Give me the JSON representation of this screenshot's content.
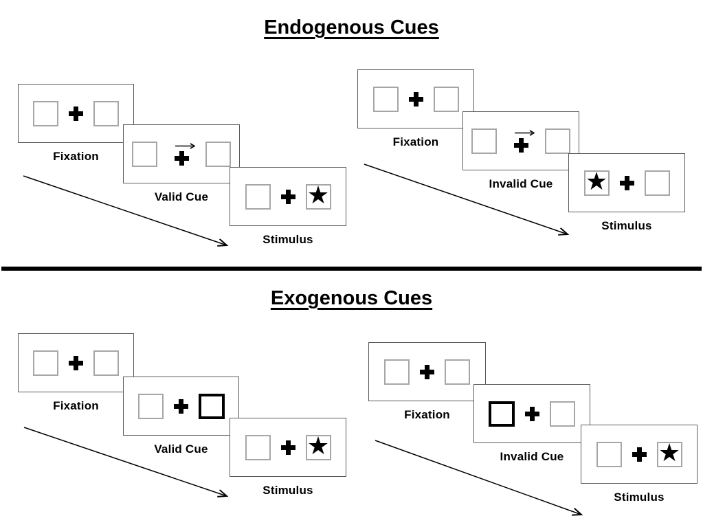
{
  "icons": {
    "star": "★",
    "fixation_cross": "+",
    "cue_arrow": "→",
    "timeline_arrow": "↘"
  },
  "colors": {
    "ink": "#000000",
    "panel_border": "#595959",
    "box_border": "#a6a6a6",
    "background": "#ffffff"
  },
  "sections": [
    {
      "title": "Endogenous Cues",
      "sequences": [
        {
          "name": "valid",
          "panels": [
            {
              "label": "Fixation",
              "left": "empty",
              "right": "empty",
              "cue_arrow": false
            },
            {
              "label": "Valid Cue",
              "left": "empty",
              "right": "empty",
              "cue_arrow": true
            },
            {
              "label": "Stimulus",
              "left": "empty",
              "right": "star",
              "cue_arrow": false
            }
          ]
        },
        {
          "name": "invalid",
          "panels": [
            {
              "label": "Fixation",
              "left": "empty",
              "right": "empty",
              "cue_arrow": false
            },
            {
              "label": "Invalid Cue",
              "left": "empty",
              "right": "empty",
              "cue_arrow": true
            },
            {
              "label": "Stimulus",
              "left": "star",
              "right": "empty",
              "cue_arrow": false
            }
          ]
        }
      ]
    },
    {
      "title": "Exogenous Cues",
      "sequences": [
        {
          "name": "valid",
          "panels": [
            {
              "label": "Fixation",
              "left": "empty",
              "right": "empty",
              "cue_arrow": false
            },
            {
              "label": "Valid Cue",
              "left": "empty",
              "right": "bold",
              "cue_arrow": false
            },
            {
              "label": "Stimulus",
              "left": "empty",
              "right": "star",
              "cue_arrow": false
            }
          ]
        },
        {
          "name": "invalid",
          "panels": [
            {
              "label": "Fixation",
              "left": "empty",
              "right": "empty",
              "cue_arrow": false
            },
            {
              "label": "Invalid Cue",
              "left": "bold",
              "right": "empty",
              "cue_arrow": false
            },
            {
              "label": "Stimulus",
              "left": "empty",
              "right": "star",
              "cue_arrow": false
            }
          ]
        }
      ]
    }
  ]
}
